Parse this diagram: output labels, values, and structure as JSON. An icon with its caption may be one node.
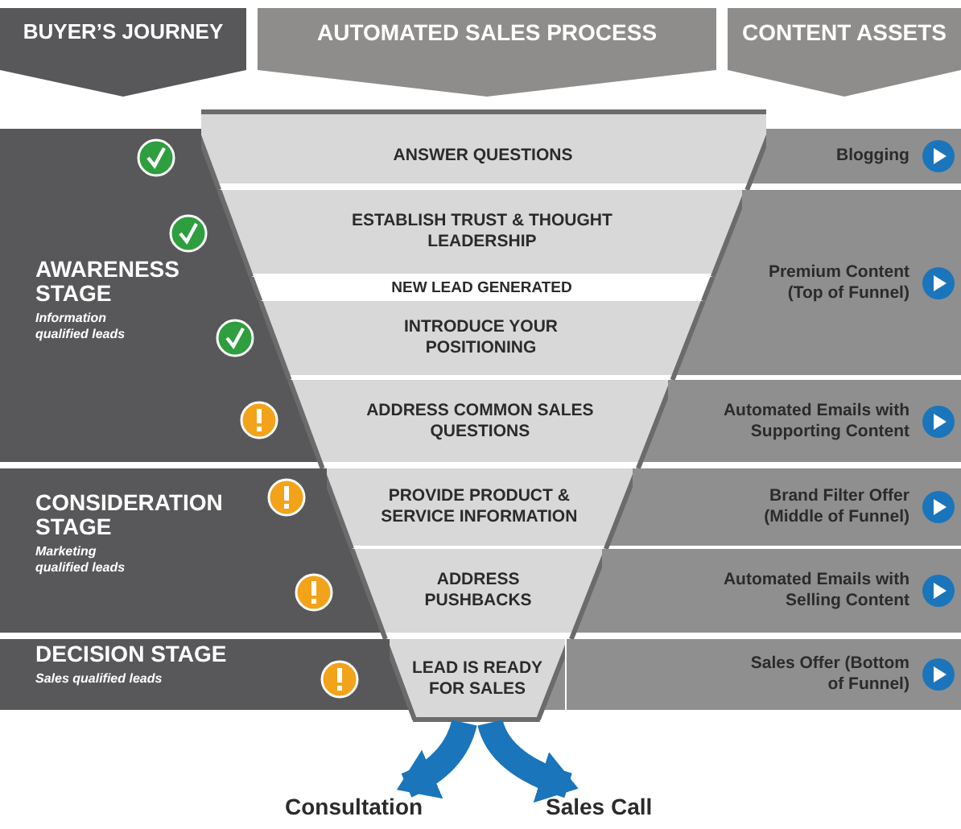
{
  "diagram": {
    "nodes": [
      {
        "text": [
          "BUYER’S JOURNEY"
        ]
      },
      {
        "text": [
          "AUTOMATED SALES PROCESS"
        ]
      },
      {
        "text": [
          "CONTENT ASSETS"
        ]
      },
      {
        "text": [
          "AWARENESS STAGE",
          "Information qualified leads"
        ]
      },
      {
        "text": [
          "CONSIDERATION STAGE",
          "Marketing qualified leads"
        ]
      },
      {
        "text": [
          "DECISION STAGE",
          "Sales qualified leads"
        ]
      },
      {
        "text": [
          "ANSWER QUESTIONS"
        ]
      },
      {
        "text": [
          "ESTABLISH TRUST & THOUGHT LEADERSHIP"
        ]
      },
      {
        "text": [
          "NEW LEAD GENERATED"
        ]
      },
      {
        "text": [
          "INTRODUCE YOUR POSITIONING"
        ]
      },
      {
        "text": [
          "ADDRESS COMMON SALES QUESTIONS"
        ]
      },
      {
        "text": [
          "PROVIDE PRODUCT & SERVICE INFORMATION"
        ]
      },
      {
        "text": [
          "ADDRESS PUSHBACKS"
        ]
      },
      {
        "text": [
          "LEAD IS READY FOR SALES"
        ]
      },
      {
        "text": [
          "Blogging"
        ]
      },
      {
        "text": [
          "Premium Content (Top of Funnel)"
        ]
      },
      {
        "text": [
          "Automated Emails with Supporting Content"
        ]
      },
      {
        "text": [
          "Brand Filter Offer (Middle of Funnel)"
        ]
      },
      {
        "text": [
          "Automated Emails with Selling Content"
        ]
      },
      {
        "text": [
          "Sales Offer (Bottom of Funnel)"
        ]
      },
      {
        "text": [
          "Consultation"
        ]
      },
      {
        "text": [
          "Sales Call"
        ]
      }
    ],
    "edges": [
      {
        "from": 13,
        "to": 20,
        "arrow": "to",
        "color": "#1a75bb"
      },
      {
        "from": 13,
        "to": 21,
        "arrow": "to",
        "color": "#1a75bb"
      }
    ]
  }
}
